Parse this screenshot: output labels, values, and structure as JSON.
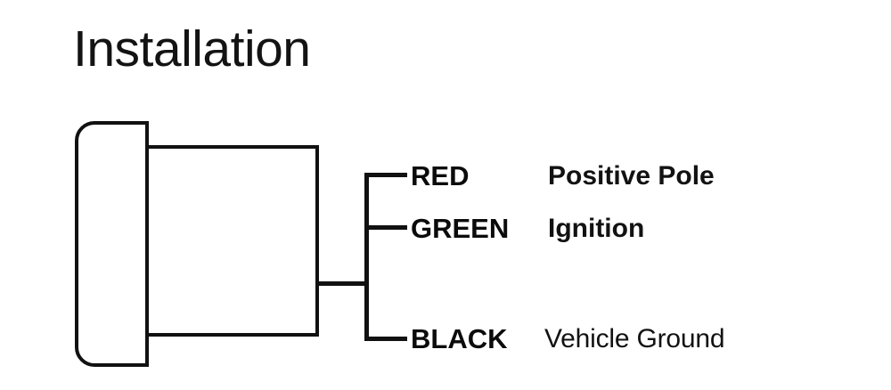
{
  "page": {
    "title": "Installation",
    "background_color": "#ffffff",
    "ink_color": "#111111"
  },
  "device": {
    "name": "gauge-housing",
    "parts": [
      "bezel",
      "body"
    ]
  },
  "wiring": {
    "rows": [
      {
        "wire": "RED",
        "function": "Positive Pole",
        "color_hex": "#e02020"
      },
      {
        "wire": "GREEN",
        "function": "Ignition",
        "color_hex": "#1f9d3a"
      },
      {
        "wire": "BLACK",
        "function": "Vehicle Ground",
        "color_hex": "#000000"
      }
    ]
  }
}
